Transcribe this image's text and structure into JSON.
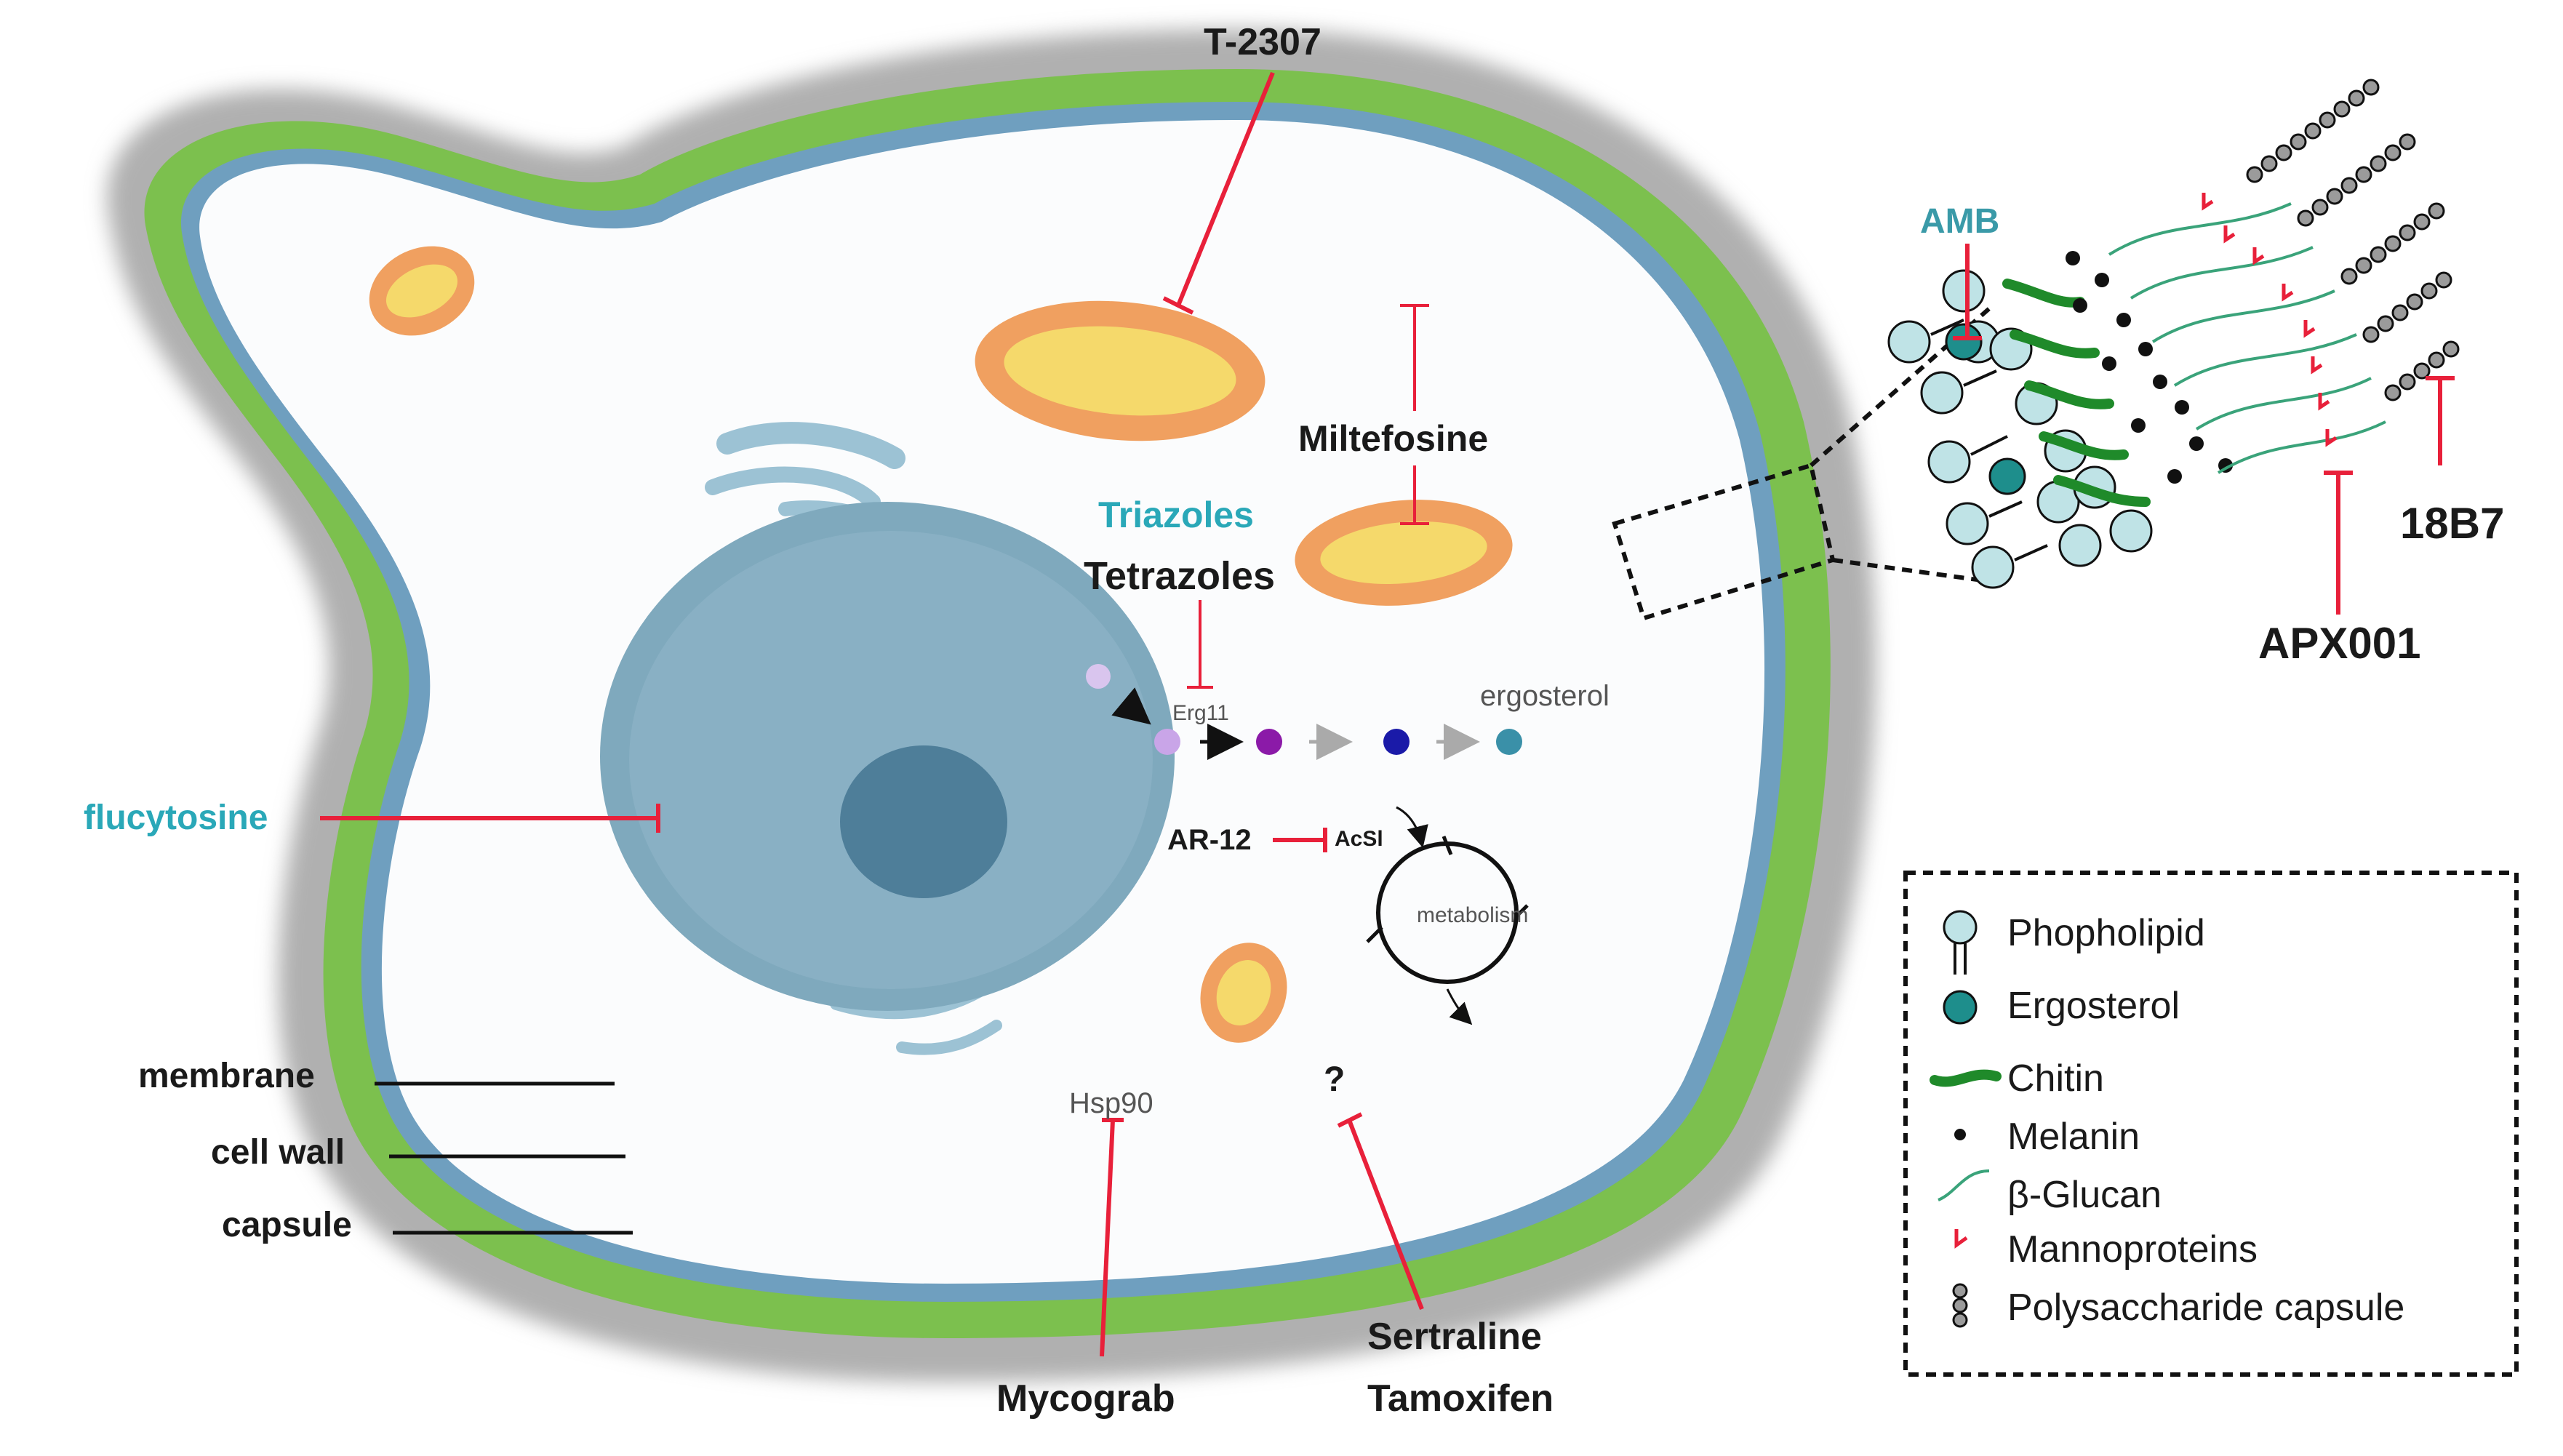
{
  "drugs": {
    "t2307": "T-2307",
    "miltefosine": "Miltefosine",
    "triazoles": "Triazoles",
    "tetrazoles": "Tetrazoles",
    "flucytosine": "flucytosine",
    "ar12": "AR-12",
    "mycograb": "Mycograb",
    "sertraline": "Sertraline",
    "tamoxifen": "Tamoxifen",
    "amb": "AMB",
    "apx001": "APX001",
    "b18b7": "18B7",
    "unknown": "?"
  },
  "targets": {
    "erg11": "Erg11",
    "ergosterol": "ergosterol",
    "acsl": "AcSl",
    "metabolism": "metabolism",
    "hsp90": "Hsp90"
  },
  "structures": {
    "membrane": "membrane",
    "cell_wall": "cell wall",
    "capsule": "capsule"
  },
  "legend": {
    "items": [
      {
        "icon": "phospholipid-icon",
        "label": "Phopholipid"
      },
      {
        "icon": "ergosterol-icon",
        "label": "Ergosterol"
      },
      {
        "icon": "chitin-icon",
        "label": "Chitin"
      },
      {
        "icon": "melanin-icon",
        "label": "Melanin"
      },
      {
        "icon": "beta-glucan-icon",
        "label": "β-Glucan"
      },
      {
        "icon": "mannoprotein-icon",
        "label": "Mannoproteins"
      },
      {
        "icon": "polysaccharide-capsule-icon",
        "label": "Polysaccharide capsule"
      }
    ]
  },
  "colors": {
    "inhibitor": "#e8203a",
    "cell_wall": "#7cc04e",
    "membrane": "#6f9fbf",
    "capsule": "#a8a8a8",
    "nucleus": "#7fa9bd",
    "chitin": "#1f8a2a",
    "glucan": "#3aa37a",
    "phospholipid": "#bfe3e6",
    "ergosterol": "#1e8e8c",
    "mito_outer": "#f0a060",
    "mito_inner": "#f5d96b"
  }
}
